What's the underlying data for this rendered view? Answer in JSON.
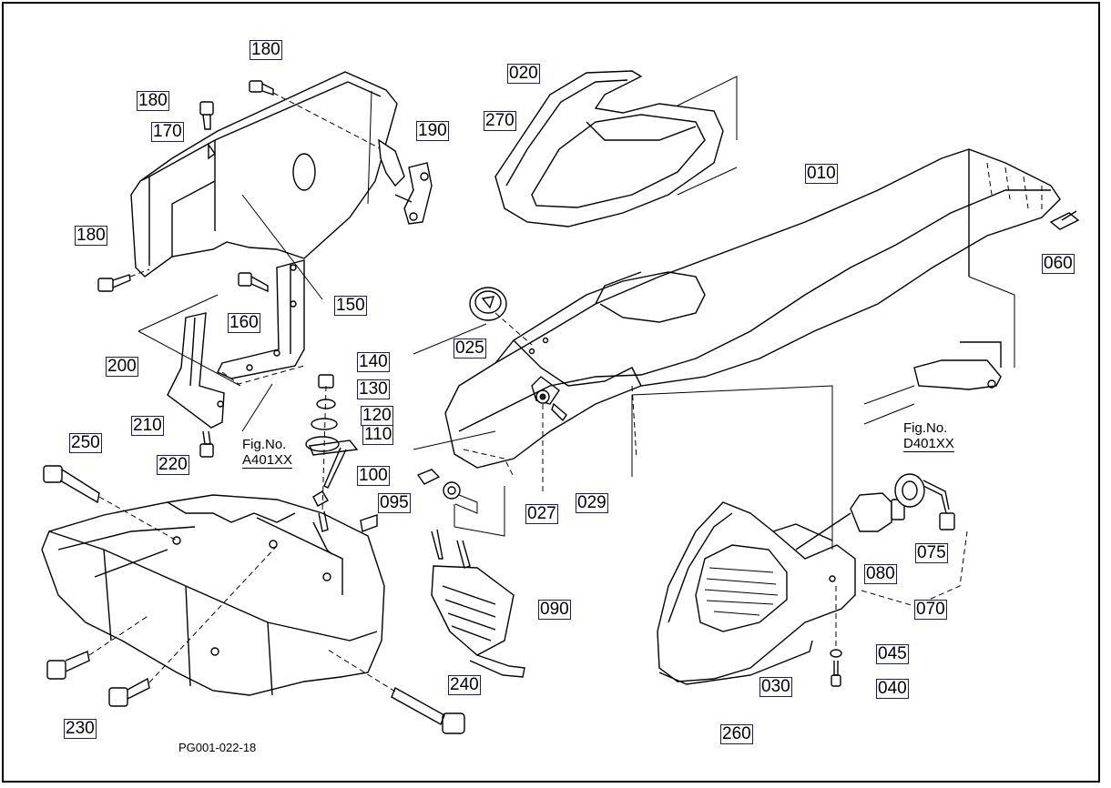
{
  "diagram": {
    "sheet_id": "PG001-022-18",
    "part_callouts": [
      "180",
      "180",
      "180",
      "170",
      "190",
      "150",
      "160",
      "200",
      "210",
      "140",
      "130",
      "120",
      "110",
      "250",
      "220",
      "100",
      "095",
      "230",
      "240",
      "090",
      "020",
      "270",
      "010",
      "060",
      "025",
      "027",
      "029",
      "080",
      "075",
      "070",
      "045",
      "040",
      "030",
      "260"
    ],
    "figure_references": [
      {
        "label": "Fig.No.",
        "code": "A401XX"
      },
      {
        "label": "Fig.No.",
        "code": "D401XX"
      }
    ]
  }
}
